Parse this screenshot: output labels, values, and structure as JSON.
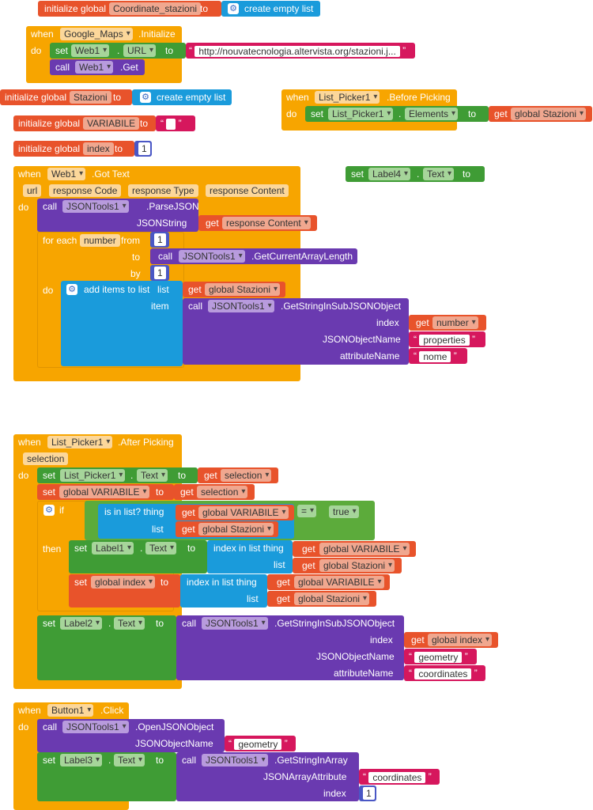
{
  "t": {
    "initialize_global": "initialize global",
    "to": "to",
    "create_empty_list": "create empty list",
    "when": "when",
    "do": "do",
    "set": "set",
    "call": "call",
    "get": "get",
    "dot": ".",
    "if": "if",
    "then": "then",
    "from": "from",
    "by": "by",
    "for_each": "for each",
    "add_items_to_list": "add items to list",
    "list": "list",
    "item": "item",
    "is_in_list_thing": "is in list? thing",
    "index_in_list_thing": "index in list  thing",
    "eq": "=",
    "gear": "⚙"
  },
  "var_coordinate": "Coordinate_stazioni",
  "var_stazioni": "Stazioni",
  "var_variabile": "VARIABILE",
  "var_index": "index",
  "comp_google_maps": "Google_Maps",
  "comp_web1": "Web1",
  "comp_list_picker1": "List_Picker1",
  "comp_label1": "Label1",
  "comp_label2": "Label2",
  "comp_label3": "Label3",
  "comp_label4": "Label4",
  "comp_jsontools1": "JSONTools1",
  "comp_button1": "Button1",
  "ev_initialize": ".Initialize",
  "ev_before_picking": ".Before Picking",
  "ev_got_text": ".Got Text",
  "ev_after_picking": ".After Picking",
  "ev_click": ".Click",
  "prop_url": "URL",
  "prop_elements": "Elements",
  "prop_text": "Text",
  "method_get": ".Get",
  "method_parsejson": ".ParseJSON",
  "method_getcurrentarraylength": ".GetCurrentArrayLength",
  "method_getstringinsubjsonobject": ".GetStringInSubJSONObject",
  "method_openjsonobject": ".OpenJSONObject",
  "method_getstringinarray": ".GetStringInArray",
  "arg_jsonstring": "JSONString",
  "arg_index": "index",
  "arg_jsonobjectname": "JSONObjectName",
  "arg_attributename": "attributeName",
  "arg_jsonarrayattribute": "JSONArrayAttribute",
  "param_url": "url",
  "param_response_code": "response Code",
  "param_response_type": "response Type",
  "param_response_content": "response Content",
  "param_selection": "selection",
  "loop_var_number": "number",
  "global_stazioni": "global Stazioni",
  "global_variabile": "global VARIABILE",
  "global_index": "global index",
  "url_string": "http://nouvatecnologia.altervista.org/stazioni.j...",
  "str_properties": "properties",
  "str_nome": "nome",
  "str_geometry": "geometry",
  "str_coordinates": "coordinates",
  "bool_true": "true",
  "num_1": "1",
  "colors": {
    "event": "#f7a500",
    "variable": "#e8532b",
    "component_set": "#3f9c35",
    "component_call": "#6a3ab0",
    "list": "#1a9bdb",
    "text": "#d6175d",
    "math": "#4a57c5",
    "logic": "#5cab3b"
  }
}
